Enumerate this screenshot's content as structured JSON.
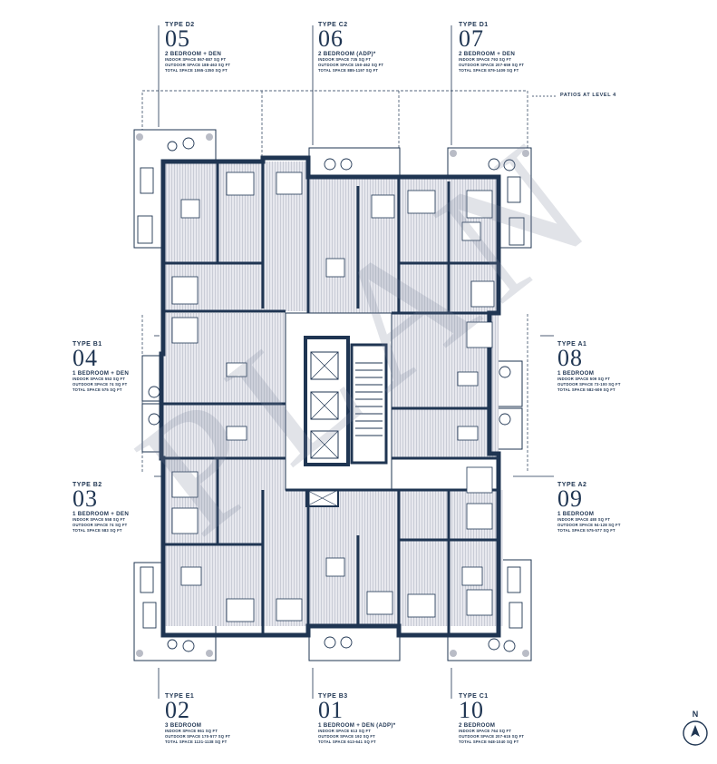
{
  "colors": {
    "wall": "#1f3552",
    "floor": "#c7cad4",
    "line": "#1f3552",
    "watermark": "#7a849a"
  },
  "patio_note": "PATIOS AT LEVEL 4",
  "watermark": "PLAN",
  "compass": {
    "letter": "N",
    "icon": "north-arrow-icon"
  },
  "units": [
    {
      "type": "TYPE D2",
      "number": "05",
      "beds": "2 BEDROOM + DEN",
      "indoor": "INDOOR SPACE 867-887 SQ FT",
      "outdoor": "OUTDOOR SPACE 188-463 SQ FT",
      "total": "TOTAL SPACE 1065-1350 SQ FT"
    },
    {
      "type": "TYPE C2",
      "number": "06",
      "beds": "2 BEDROOM (ADP)*",
      "indoor": "INDOOR SPACE 735 SQ FT",
      "outdoor": "OUTDOOR SPACE 150-462 SQ FT",
      "total": "TOTAL SPACE 885-1197 SQ FT"
    },
    {
      "type": "TYPE D1",
      "number": "07",
      "beds": "2 BEDROOM + DEN",
      "indoor": "INDOOR SPACE 793 SQ FT",
      "outdoor": "OUTDOOR SPACE 207-659 SQ FT",
      "total": "TOTAL SPACE 879-1409 SQ FT"
    },
    {
      "type": "TYPE B1",
      "number": "04",
      "beds": "1 BEDROOM + DEN",
      "indoor": "INDOOR SPACE 553 SQ FT",
      "outdoor": "OUTDOOR SPACE 74 SQ FT",
      "total": "TOTAL SPACE 575 SQ FT"
    },
    {
      "type": "TYPE A1",
      "number": "08",
      "beds": "1 BEDROOM",
      "indoor": "INDOOR SPACE 509 SQ FT",
      "outdoor": "OUTDOOR SPACE 73-100 SQ FT",
      "total": "TOTAL SPACE 582-609 SQ FT"
    },
    {
      "type": "TYPE B2",
      "number": "03",
      "beds": "1 BEDROOM + DEN",
      "indoor": "INDOOR SPACE 558 SQ FT",
      "outdoor": "OUTDOOR SPACE 74 SQ FT",
      "total": "TOTAL SPACE 583 SQ FT"
    },
    {
      "type": "TYPE A2",
      "number": "09",
      "beds": "1 BEDROOM",
      "indoor": "INDOOR SPACE 480 SQ FT",
      "outdoor": "OUTDOOR SPACE 94-128 SQ FT",
      "total": "TOTAL SPACE 575-577 SQ FT"
    },
    {
      "type": "TYPE E1",
      "number": "02",
      "beds": "3 BEDROOM",
      "indoor": "INDOOR SPACE 961 SQ FT",
      "outdoor": "OUTDOOR SPACE 170-577 SQ FT",
      "total": "TOTAL SPACE 1131-1138 SQ FT"
    },
    {
      "type": "TYPE B3",
      "number": "01",
      "beds": "1 BEDROOM + DEN (ADP)*",
      "indoor": "INDOOR SPACE 613 SQ FT",
      "outdoor": "OUTDOOR SPACE 192 SQ FT",
      "total": "TOTAL SPACE 613-641 SQ FT"
    },
    {
      "type": "TYPE C1",
      "number": "10",
      "beds": "2 BEDROOM",
      "indoor": "INDOOR SPACE 764 SQ FT",
      "outdoor": "OUTDOOR SPACE 207-615 SQ FT",
      "total": "TOTAL SPACE 948-1040 SQ FT"
    }
  ]
}
